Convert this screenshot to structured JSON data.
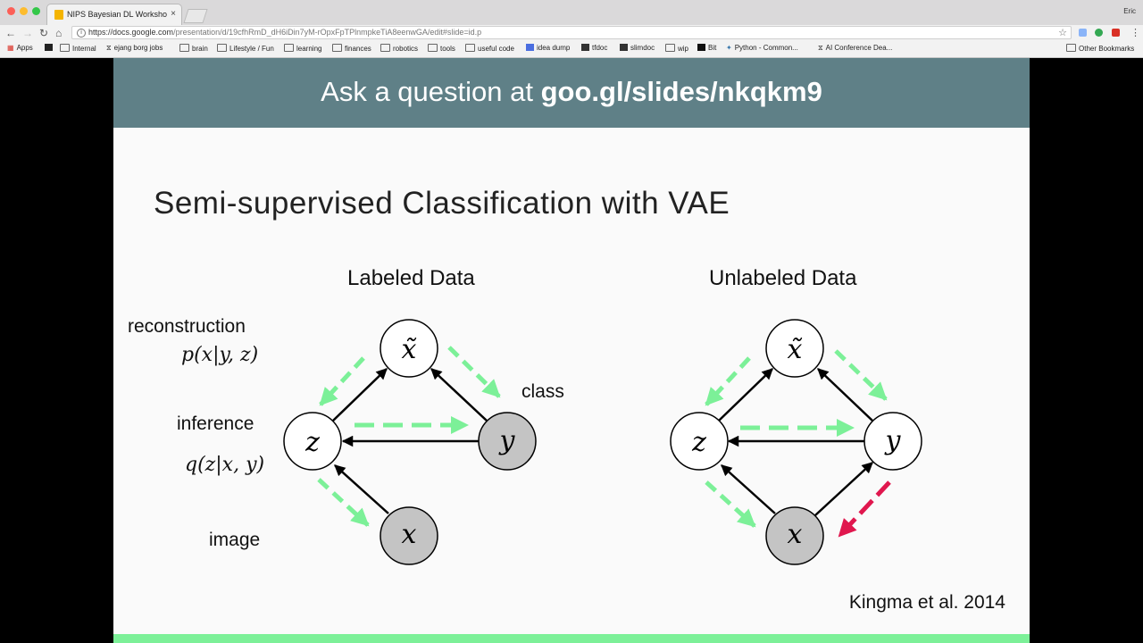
{
  "browser": {
    "tab_title": "NIPS Bayesian DL Workshop S",
    "tab_close": "×",
    "user_name": "Eric",
    "url_host": "https://docs.google.com",
    "url_path": "/presentation/d/19cfhRmD_dH6iDin7yM-rOpxFpTPlnmpkeTiA8eenwGA/edit#slide=id.p",
    "nav": {
      "back": "←",
      "forward": "→",
      "reload": "↻",
      "home": "⌂"
    },
    "bookmarks": [
      "Apps",
      "",
      "Internal",
      "ejang borg jobs",
      "brain",
      "Lifestyle / Fun",
      "learning",
      "finances",
      "robotics",
      "tools",
      "useful code",
      "idea dump",
      "tfdoc",
      "slimdoc",
      "wip",
      "Bit",
      "Python - Common...",
      "AI Conference Dea..."
    ],
    "other_bookmarks": "Other Bookmarks"
  },
  "slide": {
    "banner_prefix": "Ask a question at ",
    "banner_link": "goo.gl/slides/nkqkm9",
    "title": "Semi-supervised Classification with VAE",
    "labeled_heading": "Labeled Data",
    "unlabeled_heading": "Unlabeled Data",
    "reconstruction_label": "reconstruction",
    "reconstruction_eq": "p(x|y, z)",
    "inference_label": "inference",
    "inference_eq": "q(z|x, y)",
    "image_label": "image",
    "class_label": "class",
    "citation": "Kingma et al. 2014",
    "nodes": {
      "x_tilde": "x̃",
      "z": "z",
      "y": "y",
      "x": "x"
    }
  },
  "colors": {
    "banner": "#5f8087",
    "green_arrow": "#7cf098",
    "red_arrow": "#e0174e",
    "observed_node": "#c4c4c4"
  }
}
